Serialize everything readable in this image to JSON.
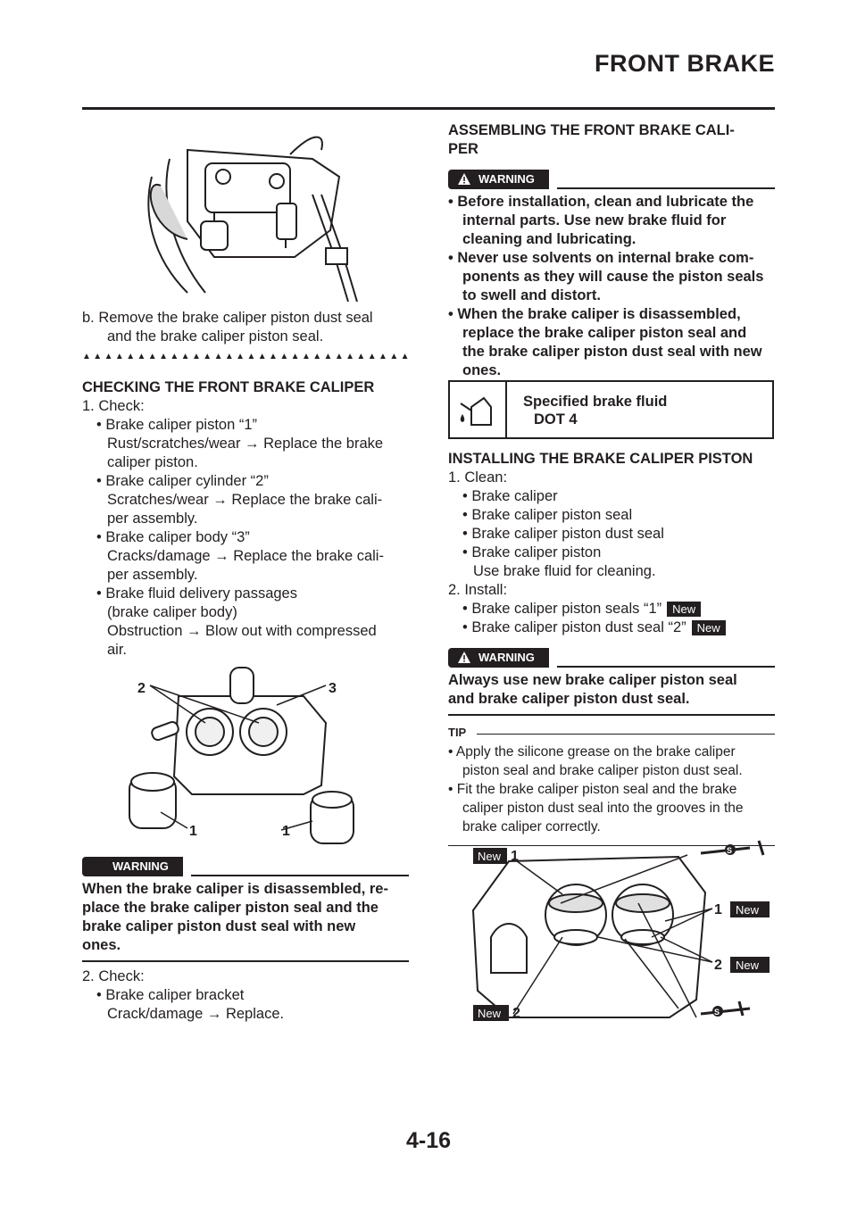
{
  "header": {
    "title": "FRONT BRAKE"
  },
  "left": {
    "step_b": [
      "b. Remove the brake caliper piston dust seal",
      "and the brake caliper piston seal."
    ],
    "triangle_row": "▲▲▲▲▲▲▲▲▲▲▲▲▲▲▲▲▲▲▲▲▲▲▲▲▲▲▲▲▲▲▲",
    "checking_heading": "CHECKING THE FRONT BRAKE CALIPER",
    "check1": "1. Check:",
    "lines": [
      "• Brake caliper piston “1”",
      "Rust/scratches/wear → Replace the brake",
      "caliper piston.",
      "• Brake caliper cylinder “2”",
      "Scratches/wear → Replace the brake cali-",
      "per assembly.",
      "• Brake caliper body “3”",
      "Cracks/damage → Replace the brake cali-",
      "per assembly.",
      "• Brake fluid delivery passages",
      "(brake caliper body)",
      "Obstruction → Blow out with compressed",
      "air."
    ],
    "figure2_labels": {
      "l2": "2",
      "l3": "3",
      "l1a": "1",
      "l1b": "1"
    },
    "warning_label": "WARNING",
    "warning_text": [
      "When the brake caliper is disassembled, re-",
      "place the brake caliper piston seal and the",
      "brake caliper piston dust seal with new",
      "ones."
    ],
    "check2": "2. Check:",
    "check2_item": "• Brake caliper bracket",
    "check2_result": "Crack/damage → Replace."
  },
  "right": {
    "assembling_heading": [
      "ASSEMBLING THE FRONT BRAKE CALI-",
      "PER"
    ],
    "warning_label": "WARNING",
    "warning_bullets": [
      "• Before installation, clean and lubricate the",
      "internal parts. Use new brake fluid for",
      "cleaning and lubricating.",
      "• Never use solvents on internal brake com-",
      "ponents as they will cause the piston seals",
      "to swell and distort.",
      "• When the brake caliper is disassembled,",
      "replace the brake caliper piston seal and",
      "the brake caliper piston dust seal with new",
      "ones."
    ],
    "spec_title": "Specified brake fluid",
    "spec_value": "DOT 4",
    "installing_heading": "INSTALLING THE BRAKE CALIPER PISTON",
    "clean_step": "1. Clean:",
    "clean_items": [
      "• Brake caliper",
      "• Brake caliper piston seal",
      "• Brake caliper piston dust seal",
      "• Brake caliper piston"
    ],
    "clean_note": "Use brake fluid for cleaning.",
    "install_step": "2. Install:",
    "install_items": [
      "• Brake caliper piston seals “1”",
      "• Brake caliper piston dust seal “2”"
    ],
    "new_badge": "New",
    "warning2_text": [
      "Always use new brake caliper piston seal",
      "and brake caliper piston dust seal."
    ],
    "tip_label": "TIP",
    "tip_lines": [
      "• Apply the silicone grease on the brake caliper",
      "piston seal and brake caliper piston dust seal.",
      "• Fit the brake caliper piston seal and the brake",
      "caliper piston dust seal into the grooves in the",
      "brake caliper correctly."
    ],
    "figure3_labels": {
      "one": "1",
      "two": "2",
      "s": "S"
    }
  },
  "footer": {
    "page_number": "4-16"
  }
}
